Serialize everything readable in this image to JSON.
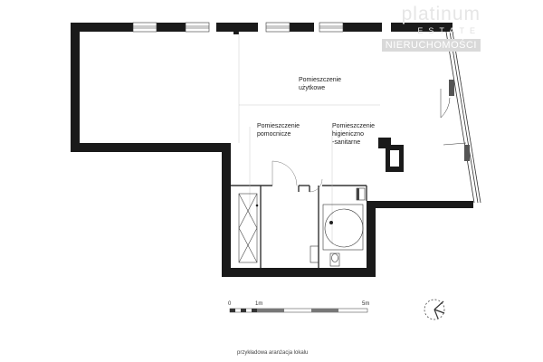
{
  "rooms": {
    "utility": [
      "Pomieszczenie",
      "użytkowe"
    ],
    "auxiliary": [
      "Pomieszczenie",
      "pomocnicze"
    ],
    "sanitary": [
      "Pomieszczenie",
      "higieniczno",
      "-sanitarne"
    ]
  },
  "scale_bar": {
    "label_start": "0",
    "label_mid": "1m",
    "label_end": "5m"
  },
  "caption": "przykładowa aranżacja lokalu",
  "watermark": {
    "name": "platinum",
    "sub": "ESTATE",
    "badge": "NIERUCHOMOŚCI"
  },
  "colors": {
    "wall": "#1a1a1a",
    "line": "#999999",
    "watermark": "#d9d9d9"
  },
  "icons": [
    "north-arrow-icon"
  ]
}
